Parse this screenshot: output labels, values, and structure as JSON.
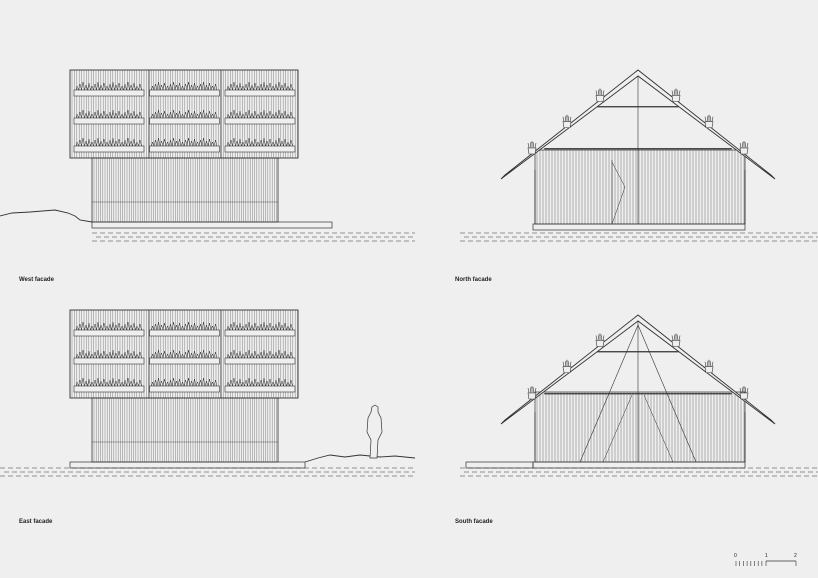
{
  "labels": {
    "west": "West facade",
    "north": "North facade",
    "east": "East facade",
    "south": "South facade"
  },
  "scale_bar": {
    "ticks": [
      "0",
      "1",
      "2"
    ]
  },
  "colors": {
    "background": "#efefef",
    "line": "#333333"
  }
}
